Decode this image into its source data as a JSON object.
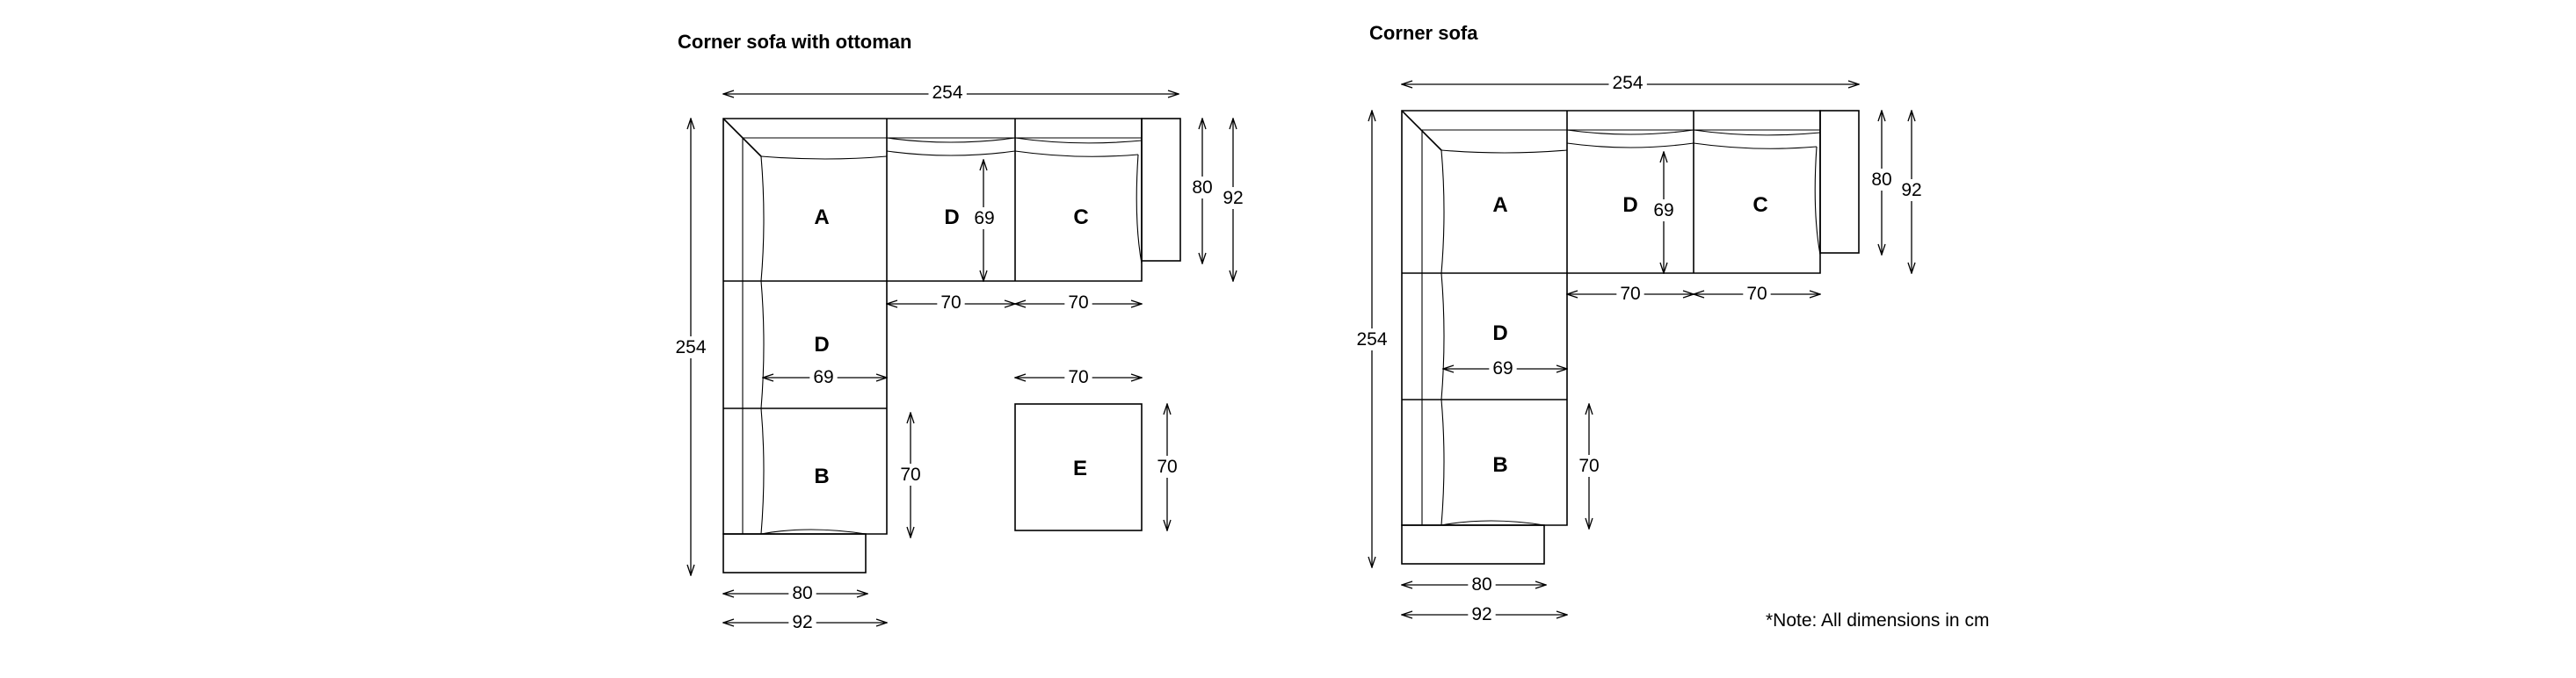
{
  "diagram_left": {
    "title": "Corner sofa with ottoman",
    "seats": {
      "a": "A",
      "d_top": "D",
      "c": "C",
      "d_side": "D",
      "b": "B",
      "e": "E"
    },
    "dims": {
      "top_width": "254",
      "left_height": "254",
      "arm_depth_inner": "80",
      "arm_depth_outer": "92",
      "seat_depth": "69",
      "seat_width_d": "70",
      "seat_width_c": "70",
      "side_seat_depth": "69",
      "side_seat_b": "70",
      "ottoman_width": "70",
      "ottoman_depth": "70",
      "bottom_inner": "80",
      "bottom_outer": "92"
    }
  },
  "diagram_right": {
    "title": "Corner sofa",
    "seats": {
      "a": "A",
      "d_top": "D",
      "c": "C",
      "d_side": "D",
      "b": "B"
    },
    "dims": {
      "top_width": "254",
      "left_height": "254",
      "arm_depth_inner": "80",
      "arm_depth_outer": "92",
      "seat_depth": "69",
      "seat_width_d": "70",
      "seat_width_c": "70",
      "side_seat_depth": "69",
      "side_seat_b": "70",
      "bottom_inner": "80",
      "bottom_outer": "92"
    }
  },
  "note": "*Note: All dimensions in cm"
}
